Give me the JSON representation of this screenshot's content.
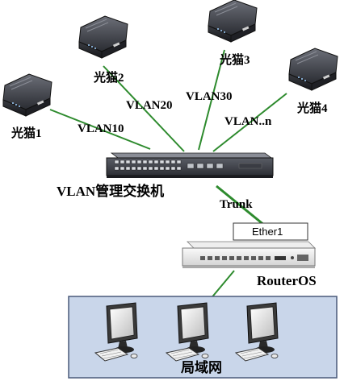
{
  "modems": [
    {
      "label": "光猫1"
    },
    {
      "label": "光猫2"
    },
    {
      "label": "光猫3"
    },
    {
      "label": "光猫4"
    }
  ],
  "vlans": [
    "VLAN10",
    "VLAN20",
    "VLAN30",
    "VLAN..n"
  ],
  "switch_label": "VLAN管理交换机",
  "trunk_label": "Trunk",
  "ether_port_label": "Ether1",
  "router_label": "RouterOS",
  "lan_label": "局域网",
  "colors": {
    "link_green": "#2e8b2e",
    "lan_fill": "#c9d6ea",
    "lan_border": "#4a5a7a",
    "device_dark": "#2b2d33"
  },
  "icons": [
    "modem-icon",
    "switch-icon",
    "router-icon",
    "computer-icon"
  ]
}
